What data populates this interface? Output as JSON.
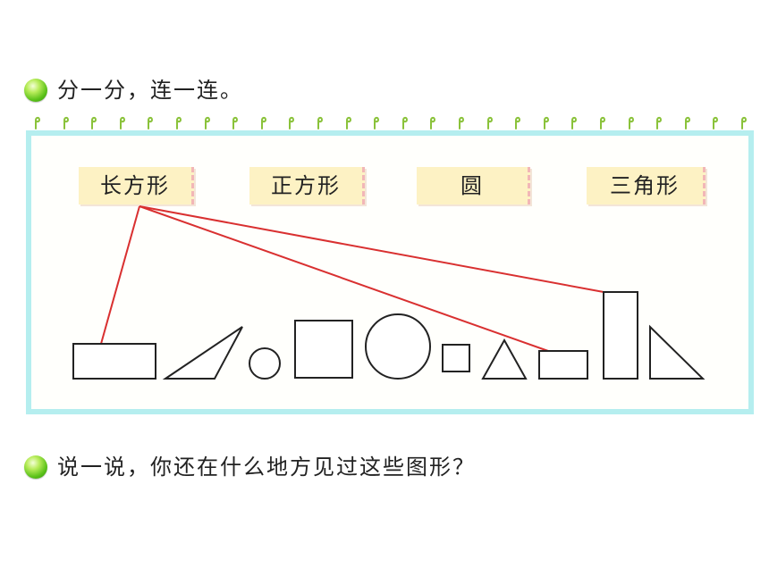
{
  "section1": {
    "heading": "分一分，连一连。"
  },
  "labels": {
    "rectangle": "长方形",
    "square": "正方形",
    "circle": "圆",
    "triangle": "三角形"
  },
  "section2": {
    "heading": "说一说，你还在什么地方见过这些图形？"
  },
  "colors": {
    "bullet_green": "#5cc21a",
    "frame_cyan": "#b5eeef",
    "card_yellow": "#fdf2c4",
    "connector_red": "#d93030",
    "spiral_green": "#8ac23a"
  }
}
